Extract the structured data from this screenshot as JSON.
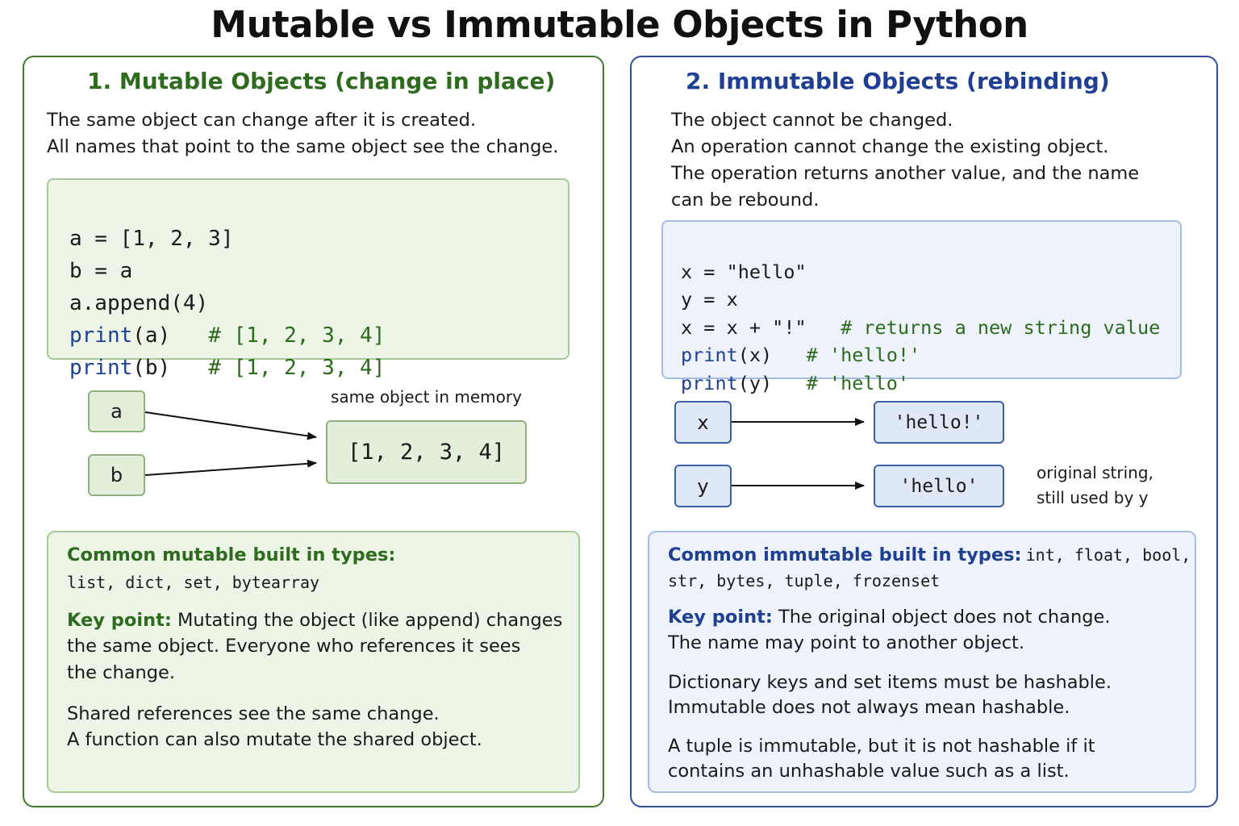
{
  "title": "Mutable vs Immutable Objects in Python",
  "left": {
    "heading": "1. Mutable Objects (change in place)",
    "intro": [
      "The same object can change after it is created.",
      "All names that point to the same object see the change."
    ],
    "code": [
      "a = [1, 2, 3]",
      "b = a",
      "a.append(4)",
      {
        "fn": "print",
        "args": "(a)",
        "comment": "# [1, 2, 3, 4]"
      },
      {
        "fn": "print",
        "args": "(b)",
        "comment": "# [1, 2, 3, 4]"
      }
    ],
    "diagram": {
      "name_a": "a",
      "name_b": "b",
      "object_value": "[1, 2, 3, 4]",
      "caption": "same object in memory"
    },
    "info": {
      "types_heading": "Common mutable built in types:",
      "types_list": "list, dict, set, bytearray",
      "keypoint_label": "Key point:",
      "keypoint_lines": [
        "Mutating the object (like append) changes",
        "the same object. Everyone who references it sees",
        "the change."
      ],
      "extra_lines": [
        "Shared references see the same change.",
        "A function can also mutate the shared object."
      ]
    }
  },
  "right": {
    "heading": "2. Immutable Objects (rebinding)",
    "intro": [
      "The object cannot be changed.",
      "An operation cannot change the existing object.",
      "The operation returns another value, and the name",
      "can be rebound."
    ],
    "code": [
      "x = \"hello\"",
      "y = x",
      {
        "code": "x = x + \"!\"",
        "comment": "# returns a new string value"
      },
      {
        "fn": "print",
        "args": "(x)",
        "comment": "# 'hello!'"
      },
      {
        "fn": "print",
        "args": "(y)",
        "comment": "# 'hello'"
      }
    ],
    "diagram": {
      "name_x": "x",
      "name_y": "y",
      "value_x": "'hello!'",
      "value_y": "'hello'",
      "note": [
        "original string,",
        "still used by y"
      ]
    },
    "info": {
      "types_heading": "Common immutable built in types:",
      "types_list_1": "int, float, bool,",
      "types_list_2": "str, bytes, tuple, frozenset",
      "keypoint_label": "Key point:",
      "keypoint_lines": [
        "The original object does not change.",
        "The name may point to another object."
      ],
      "hash_lines": [
        "Dictionary keys and set items must be hashable.",
        "Immutable does not always mean hashable."
      ],
      "tuple_lines": [
        "A tuple is immutable, but it is not hashable if it",
        "contains an unhashable value such as a list."
      ]
    }
  },
  "colors": {
    "mutable_accent": "#2e6b1f",
    "immutable_accent": "#1f3f93"
  }
}
